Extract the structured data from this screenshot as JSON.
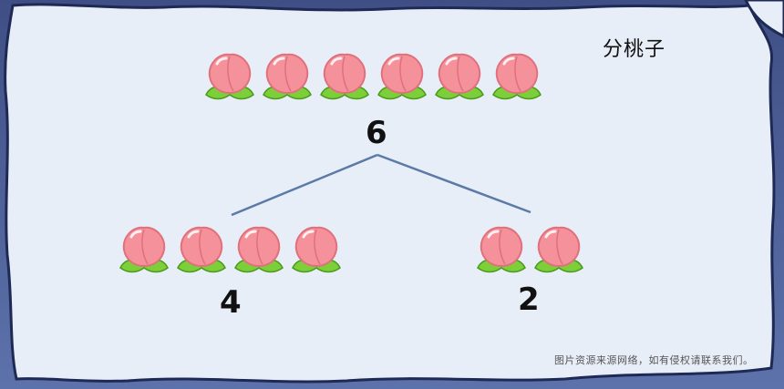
{
  "title": "分桃子",
  "total": {
    "label": "6",
    "count": 6
  },
  "left_part": {
    "label": "4",
    "count": 4
  },
  "right_part": {
    "label": "2",
    "count": 2
  },
  "credit": "图片资源来源网络，如有侵权请联系我们。",
  "colors": {
    "background": "#4a5d96",
    "paper": "#e8eef8",
    "peach": "#f4919a",
    "leaf": "#7dcf3a",
    "line": "#5b7aa6"
  },
  "icon": "peach-icon"
}
